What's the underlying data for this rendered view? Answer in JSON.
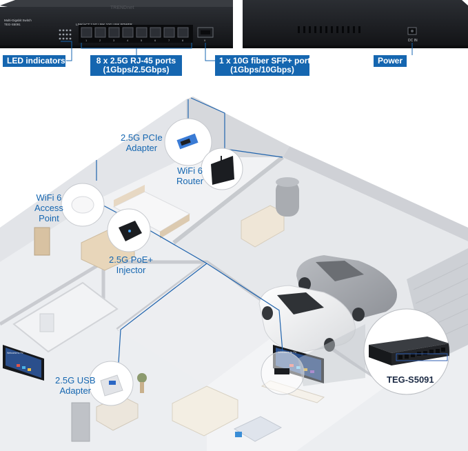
{
  "product": {
    "brand_text": "TRENDnet",
    "model_top_left": "Multi-Gigabit Switch",
    "model_code_small": "TEG-S5091",
    "front_strip_text": "LINK/ACT   2.5G LINK   10G LINK   POWER",
    "port_numbers": [
      "1",
      "2",
      "3",
      "4",
      "5",
      "6",
      "7",
      "8",
      "9"
    ],
    "rear_power_label": "DC IN"
  },
  "callouts": {
    "led": "LED indicators",
    "rj45_line1": "8 x 2.5G RJ-45 ports",
    "rj45_line2": "(1Gbps/2.5Gbps)",
    "sfp_line1": "1 x 10G fiber SFP+ port",
    "sfp_line2": "(1Gbps/10Gbps)",
    "power": "Power"
  },
  "labels": {
    "pcie_line1": "2.5G PCIe",
    "pcie_line2": "Adapter",
    "router_line1": "WiFi 6",
    "router_line2": "Router",
    "ap_line1": "WiFi 6",
    "ap_line2": "Access",
    "ap_line3": "Point",
    "poe_line1": "2.5G PoE+",
    "poe_line2": "Injector",
    "usb_line1": "2.5G USB",
    "usb_line2": "Adapter",
    "switch_model": "TEG-S5091"
  },
  "tv_text": "Welcome to TV",
  "colors": {
    "accent": "#1566b0",
    "connection_line": "#1f63ad",
    "switch_body": "#1e2024",
    "wall": "#d9dbe0",
    "floor": "#eeeff2"
  }
}
